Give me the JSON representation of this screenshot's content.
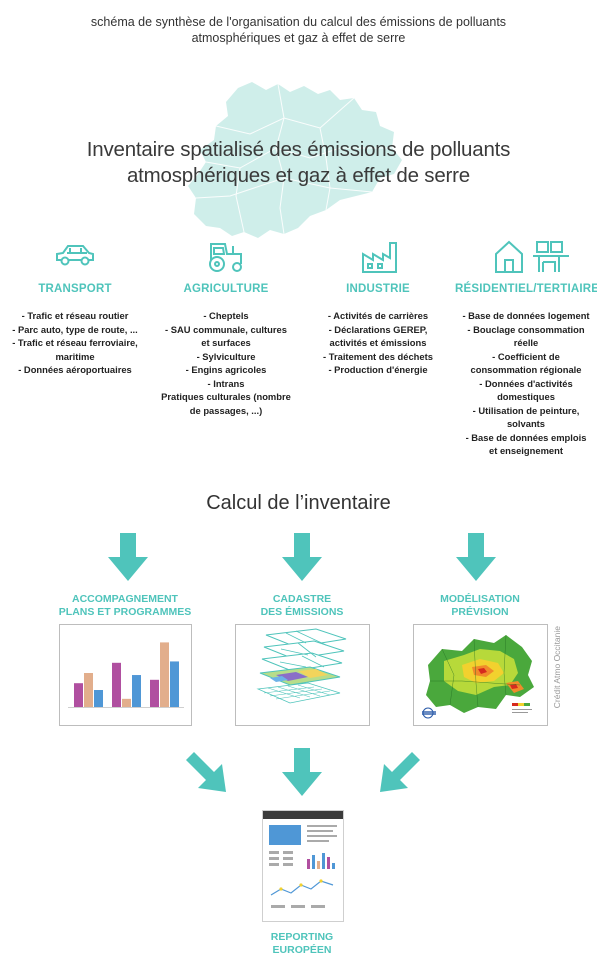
{
  "caption": [
    "schéma de synthèse de l'organisation du calcul des émissions de polluants",
    "atmosphériques et gaz à effet de serre"
  ],
  "hero_title": [
    "Inventaire spatialisé des émissions de polluants",
    "atmosphériques et gaz à effet de serre"
  ],
  "categories": [
    {
      "title": "TRANSPORT",
      "icon": "car-icon",
      "items": [
        "- Trafic et réseau routier",
        "- Parc auto, type de route, ...",
        "- Trafic et réseau ferroviaire,",
        "maritime",
        "- Données aéroportuaires"
      ]
    },
    {
      "title": "AGRICULTURE",
      "icon": "tractor-icon",
      "items": [
        "- Cheptels",
        "- SAU communale, cultures",
        "et surfaces",
        "- Sylviculture",
        "- Engins agricoles",
        "- Intrans",
        "Pratiques culturales (nombre",
        "de passages, ...)"
      ]
    },
    {
      "title": "INDUSTRIE",
      "icon": "factory-icon",
      "items": [
        "- Activités de carrières",
        "- Déclarations GEREP,",
        "activités et émissions",
        "- Traitement des déchets",
        "- Production d'énergie"
      ]
    },
    {
      "title": "RÉSIDENTIEL/TERTIAIRE",
      "icon": "house-office-icon",
      "items": [
        "- Base de données logement",
        "- Bouclage consommation",
        "réelle",
        "- Coefficient de",
        "consommation régionale",
        "- Données d'activités",
        "domestiques",
        "- Utilisation de peinture,",
        "solvants",
        "- Base de données emplois",
        "et enseignement"
      ]
    }
  ],
  "calc_title": "Calcul de l’inventaire",
  "outputs": [
    {
      "title": [
        "ACCOMPAGNEMENT",
        "PLANS ET PROGRAMMES"
      ],
      "icon": "bar-chart-icon"
    },
    {
      "title": [
        "CADASTRE",
        "DES ÉMISSIONS"
      ],
      "icon": "layers-icon"
    },
    {
      "title": [
        "MODÉLISATION",
        "PRÉVISION"
      ],
      "icon": "heatmap-map-icon"
    }
  ],
  "credit": "Crédit Atmo Occitanie",
  "reporting": [
    "REPORTING",
    "EUROPÉEN"
  ],
  "colors": {
    "teal": "#4fc4bb",
    "map": "#cfeeea",
    "bar_purple": "#b04fa0",
    "bar_peach": "#e2ae8c",
    "bar_blue": "#4f97d6"
  },
  "chart_data": {
    "type": "bar",
    "categories": [
      "1",
      "2",
      "3"
    ],
    "series": [
      {
        "values": [
          35,
          65,
          40
        ]
      },
      {
        "values": [
          50,
          12,
          95
        ]
      },
      {
        "values": [
          25,
          47,
          67
        ]
      }
    ],
    "ylim": [
      0,
      100
    ]
  }
}
